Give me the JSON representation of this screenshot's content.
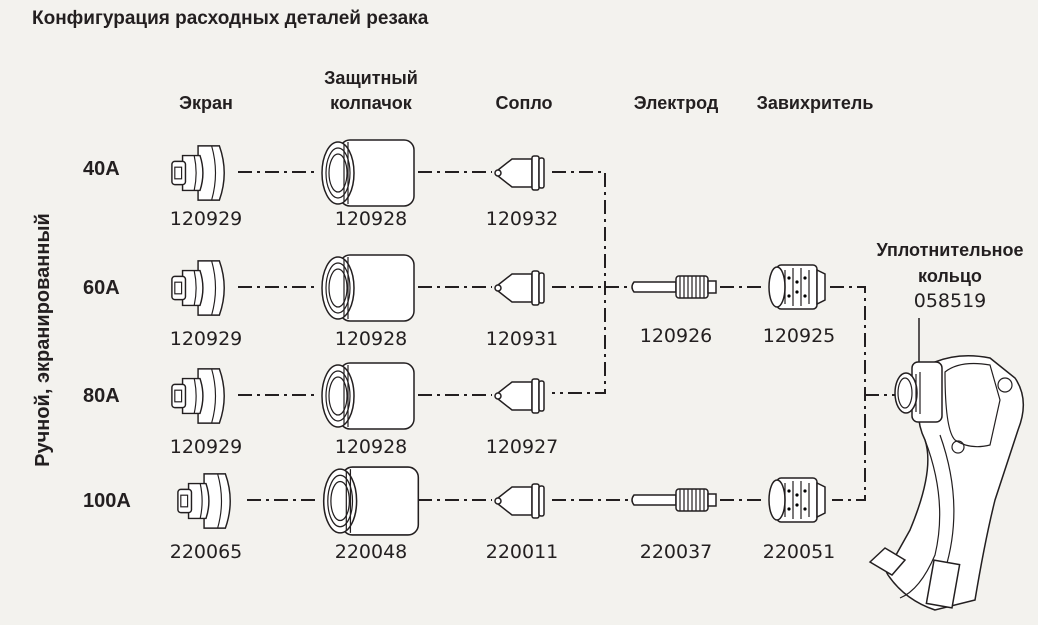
{
  "title": "Конфигурация расходных деталей резака",
  "side_label": "Ручной, экранированный",
  "columns": {
    "screen": "Экран",
    "shield_line1": "Защитный",
    "shield_line2": "колпачок",
    "nozzle": "Сопло",
    "electrode": "Электрод",
    "swirl": "Завихритель"
  },
  "rows": [
    {
      "amps": "40A",
      "screen": "120929",
      "shield": "120928",
      "nozzle": "120932"
    },
    {
      "amps": "60A",
      "screen": "120929",
      "shield": "120928",
      "nozzle": "120931"
    },
    {
      "amps": "80A",
      "screen": "120929",
      "shield": "120928",
      "nozzle": "120927"
    },
    {
      "amps": "100A",
      "screen": "220065",
      "shield": "220048",
      "nozzle": "220011",
      "electrode": "220037",
      "swirl": "220051"
    }
  ],
  "shared": {
    "electrode": "120926",
    "swirl": "120925"
  },
  "oring": {
    "line1": "Уплотнительное",
    "line2": "кольцо",
    "part": "058519"
  }
}
